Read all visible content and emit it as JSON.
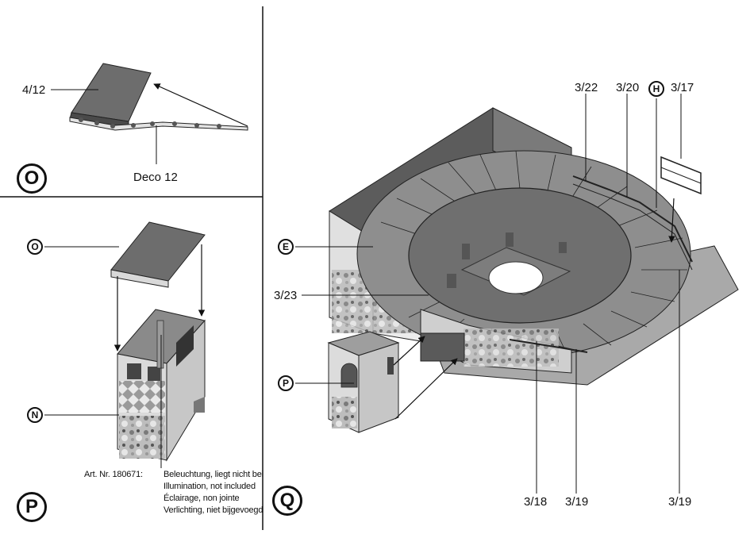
{
  "panels": {
    "O": "O",
    "P": "P",
    "Q": "Q"
  },
  "callouts": {
    "o_top": "O",
    "n": "N",
    "e": "E",
    "p": "P",
    "h": "H"
  },
  "labels": {
    "part_4_12": "4/12",
    "deco_12": "Deco 12",
    "part_3_22": "3/22",
    "part_3_20": "3/20",
    "part_3_17": "3/17",
    "part_3_23": "3/23",
    "part_3_18": "3/18",
    "part_3_19a": "3/19",
    "part_3_19b": "3/19"
  },
  "article": {
    "number": "Art. Nr. 180671:",
    "lines": [
      "Beleuchtung, liegt nicht bei",
      "Illumination, not included",
      "Éclairage, non jointe",
      "Verlichting, niet bijgevoegd"
    ]
  }
}
